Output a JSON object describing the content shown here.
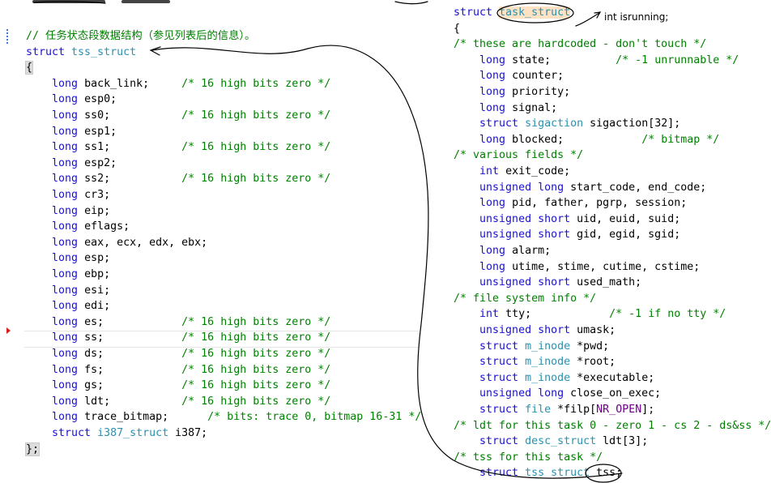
{
  "left_editor": {
    "lines": [
      {
        "parts": [
          {
            "t": "// 任务状态段数据结构（参见列表后的信息）。",
            "c": "cm"
          }
        ]
      },
      {
        "parts": [
          {
            "t": "struct ",
            "c": "kw"
          },
          {
            "t": "tss_struct",
            "c": "ty"
          }
        ]
      },
      {
        "parts": [
          {
            "t": "{",
            "c": "brace"
          }
        ]
      },
      {
        "parts": [
          {
            "t": "    "
          },
          {
            "t": "long",
            "c": "kw"
          },
          {
            "t": " back_link;     "
          },
          {
            "t": "/* 16 high bits zero */",
            "c": "cm"
          }
        ]
      },
      {
        "parts": [
          {
            "t": "    "
          },
          {
            "t": "long",
            "c": "kw"
          },
          {
            "t": " esp0;"
          }
        ]
      },
      {
        "parts": [
          {
            "t": "    "
          },
          {
            "t": "long",
            "c": "kw"
          },
          {
            "t": " ss0;           "
          },
          {
            "t": "/* 16 high bits zero */",
            "c": "cm"
          }
        ]
      },
      {
        "parts": [
          {
            "t": "    "
          },
          {
            "t": "long",
            "c": "kw"
          },
          {
            "t": " esp1;"
          }
        ]
      },
      {
        "parts": [
          {
            "t": "    "
          },
          {
            "t": "long",
            "c": "kw"
          },
          {
            "t": " ss1;           "
          },
          {
            "t": "/* 16 high bits zero */",
            "c": "cm"
          }
        ]
      },
      {
        "parts": [
          {
            "t": "    "
          },
          {
            "t": "long",
            "c": "kw"
          },
          {
            "t": " esp2;"
          }
        ]
      },
      {
        "parts": [
          {
            "t": "    "
          },
          {
            "t": "long",
            "c": "kw"
          },
          {
            "t": " ss2;           "
          },
          {
            "t": "/* 16 high bits zero */",
            "c": "cm"
          }
        ]
      },
      {
        "parts": [
          {
            "t": "    "
          },
          {
            "t": "long",
            "c": "kw"
          },
          {
            "t": " cr3;"
          }
        ]
      },
      {
        "parts": [
          {
            "t": "    "
          },
          {
            "t": "long",
            "c": "kw"
          },
          {
            "t": " eip;"
          }
        ]
      },
      {
        "parts": [
          {
            "t": "    "
          },
          {
            "t": "long",
            "c": "kw"
          },
          {
            "t": " eflags;"
          }
        ]
      },
      {
        "parts": [
          {
            "t": "    "
          },
          {
            "t": "long",
            "c": "kw"
          },
          {
            "t": " eax, ecx, edx, ebx;"
          }
        ]
      },
      {
        "parts": [
          {
            "t": "    "
          },
          {
            "t": "long",
            "c": "kw"
          },
          {
            "t": " esp;"
          }
        ]
      },
      {
        "parts": [
          {
            "t": "    "
          },
          {
            "t": "long",
            "c": "kw"
          },
          {
            "t": " ebp;"
          }
        ]
      },
      {
        "parts": [
          {
            "t": "    "
          },
          {
            "t": "long",
            "c": "kw"
          },
          {
            "t": " esi;"
          }
        ]
      },
      {
        "parts": [
          {
            "t": "    "
          },
          {
            "t": "long",
            "c": "kw"
          },
          {
            "t": " edi;"
          }
        ]
      },
      {
        "parts": [
          {
            "t": "    "
          },
          {
            "t": "long",
            "c": "kw"
          },
          {
            "t": " es;            "
          },
          {
            "t": "/* 16 high bits zero */",
            "c": "cm"
          }
        ]
      },
      {
        "parts": [
          {
            "t": "    "
          },
          {
            "t": "long",
            "c": "kw"
          },
          {
            "t": " ss;            "
          },
          {
            "t": "/* 16 high bits zero */",
            "c": "cm"
          }
        ]
      },
      {
        "parts": [
          {
            "t": "    "
          },
          {
            "t": "long",
            "c": "kw"
          },
          {
            "t": " ds;            "
          },
          {
            "t": "/* 16 high bits zero */",
            "c": "cm"
          }
        ]
      },
      {
        "parts": [
          {
            "t": "    "
          },
          {
            "t": "long",
            "c": "kw"
          },
          {
            "t": " fs;            "
          },
          {
            "t": "/* 16 high bits zero */",
            "c": "cm"
          }
        ]
      },
      {
        "parts": [
          {
            "t": "    "
          },
          {
            "t": "long",
            "c": "kw"
          },
          {
            "t": " gs;            "
          },
          {
            "t": "/* 16 high bits zero */",
            "c": "cm"
          }
        ]
      },
      {
        "parts": [
          {
            "t": "    "
          },
          {
            "t": "long",
            "c": "kw"
          },
          {
            "t": " ldt;           "
          },
          {
            "t": "/* 16 high bits zero */",
            "c": "cm"
          }
        ]
      },
      {
        "parts": [
          {
            "t": "    "
          },
          {
            "t": "long",
            "c": "kw"
          },
          {
            "t": " trace_bitmap;      "
          },
          {
            "t": "/* bits: trace 0, bitmap 16-31 */",
            "c": "cm"
          }
        ]
      },
      {
        "parts": [
          {
            "t": "    "
          },
          {
            "t": "struct",
            "c": "kw"
          },
          {
            "t": " "
          },
          {
            "t": "i387_struct",
            "c": "ty"
          },
          {
            "t": " i387;"
          }
        ]
      },
      {
        "parts": [
          {
            "t": "};",
            "c": "brace"
          }
        ]
      }
    ]
  },
  "right_editor": {
    "lines": [
      {
        "parts": [
          {
            "t": "struct",
            "c": "kw"
          },
          {
            "t": " "
          },
          {
            "t": "task_struct",
            "c": "ty hl"
          }
        ]
      },
      {
        "parts": [
          {
            "t": "{"
          }
        ]
      },
      {
        "parts": [
          {
            "t": "/* these are hardcoded - don't touch */",
            "c": "cm"
          }
        ]
      },
      {
        "parts": [
          {
            "t": "    "
          },
          {
            "t": "long",
            "c": "kw"
          },
          {
            "t": " state;          "
          },
          {
            "t": "/* -1 unrunnable */",
            "c": "cm"
          }
        ]
      },
      {
        "parts": [
          {
            "t": "    "
          },
          {
            "t": "long",
            "c": "kw"
          },
          {
            "t": " counter;"
          }
        ]
      },
      {
        "parts": [
          {
            "t": "    "
          },
          {
            "t": "long",
            "c": "kw"
          },
          {
            "t": " priority;"
          }
        ]
      },
      {
        "parts": [
          {
            "t": "    "
          },
          {
            "t": "long",
            "c": "kw"
          },
          {
            "t": " signal;"
          }
        ]
      },
      {
        "parts": [
          {
            "t": "    "
          },
          {
            "t": "struct",
            "c": "kw"
          },
          {
            "t": " "
          },
          {
            "t": "sigaction",
            "c": "ty"
          },
          {
            "t": " sigaction[32];"
          }
        ]
      },
      {
        "parts": [
          {
            "t": "    "
          },
          {
            "t": "long",
            "c": "kw"
          },
          {
            "t": " blocked;            "
          },
          {
            "t": "/* bitmap */",
            "c": "cm"
          }
        ]
      },
      {
        "parts": [
          {
            "t": "/* various fields */",
            "c": "cm"
          }
        ]
      },
      {
        "parts": [
          {
            "t": "    "
          },
          {
            "t": "int",
            "c": "kw"
          },
          {
            "t": " exit_code;"
          }
        ]
      },
      {
        "parts": [
          {
            "t": "    "
          },
          {
            "t": "unsigned long",
            "c": "kw"
          },
          {
            "t": " start_code, end_code;"
          }
        ]
      },
      {
        "parts": [
          {
            "t": "    "
          },
          {
            "t": "long",
            "c": "kw"
          },
          {
            "t": " pid, father, pgrp, session;"
          }
        ]
      },
      {
        "parts": [
          {
            "t": "    "
          },
          {
            "t": "unsigned short",
            "c": "kw"
          },
          {
            "t": " uid, euid, suid;"
          }
        ]
      },
      {
        "parts": [
          {
            "t": "    "
          },
          {
            "t": "unsigned short",
            "c": "kw"
          },
          {
            "t": " gid, egid, sgid;"
          }
        ]
      },
      {
        "parts": [
          {
            "t": "    "
          },
          {
            "t": "long",
            "c": "kw"
          },
          {
            "t": " alarm;"
          }
        ]
      },
      {
        "parts": [
          {
            "t": "    "
          },
          {
            "t": "long",
            "c": "kw"
          },
          {
            "t": " utime, stime, cutime, cstime;"
          }
        ]
      },
      {
        "parts": [
          {
            "t": "    "
          },
          {
            "t": "unsigned short",
            "c": "kw"
          },
          {
            "t": " used_math;"
          }
        ]
      },
      {
        "parts": [
          {
            "t": "/* file system info */",
            "c": "cm"
          }
        ]
      },
      {
        "parts": [
          {
            "t": "    "
          },
          {
            "t": "int",
            "c": "kw"
          },
          {
            "t": " tty;            "
          },
          {
            "t": "/* -1 if no tty */",
            "c": "cm"
          }
        ]
      },
      {
        "parts": [
          {
            "t": "    "
          },
          {
            "t": "unsigned short",
            "c": "kw"
          },
          {
            "t": " umask;"
          }
        ]
      },
      {
        "parts": [
          {
            "t": "    "
          },
          {
            "t": "struct",
            "c": "kw"
          },
          {
            "t": " "
          },
          {
            "t": "m_inode",
            "c": "ty"
          },
          {
            "t": " *pwd;"
          }
        ]
      },
      {
        "parts": [
          {
            "t": "    "
          },
          {
            "t": "struct",
            "c": "kw"
          },
          {
            "t": " "
          },
          {
            "t": "m_inode",
            "c": "ty"
          },
          {
            "t": " *root;"
          }
        ]
      },
      {
        "parts": [
          {
            "t": "    "
          },
          {
            "t": "struct",
            "c": "kw"
          },
          {
            "t": " "
          },
          {
            "t": "m_inode",
            "c": "ty"
          },
          {
            "t": " *executable;"
          }
        ]
      },
      {
        "parts": [
          {
            "t": "    "
          },
          {
            "t": "unsigned long",
            "c": "kw"
          },
          {
            "t": " close_on_exec;"
          }
        ]
      },
      {
        "parts": [
          {
            "t": "    "
          },
          {
            "t": "struct",
            "c": "kw"
          },
          {
            "t": " "
          },
          {
            "t": "file",
            "c": "ty"
          },
          {
            "t": " *filp["
          },
          {
            "t": "NR_OPEN",
            "c": "mac"
          },
          {
            "t": "];"
          }
        ]
      },
      {
        "parts": [
          {
            "t": "/* ldt for this task 0 - zero 1 - cs 2 - ds&ss */",
            "c": "cm"
          }
        ]
      },
      {
        "parts": [
          {
            "t": "    "
          },
          {
            "t": "struct",
            "c": "kw"
          },
          {
            "t": " "
          },
          {
            "t": "desc_struct",
            "c": "ty"
          },
          {
            "t": " ldt[3];"
          }
        ]
      },
      {
        "parts": [
          {
            "t": "/* tss for this task */",
            "c": "cm"
          }
        ]
      },
      {
        "parts": [
          {
            "t": "    "
          },
          {
            "t": "struct",
            "c": "kw"
          },
          {
            "t": " "
          },
          {
            "t": "tss_struct",
            "c": "ty"
          },
          {
            "t": " tss;"
          }
        ]
      }
    ]
  },
  "annotation": {
    "note": "int isrunning;"
  },
  "colors": {
    "keyword": "#1b10d6",
    "type": "#2b91af",
    "comment": "#008000",
    "macro": "#6f008a",
    "highlight": "#ffe2c4"
  }
}
